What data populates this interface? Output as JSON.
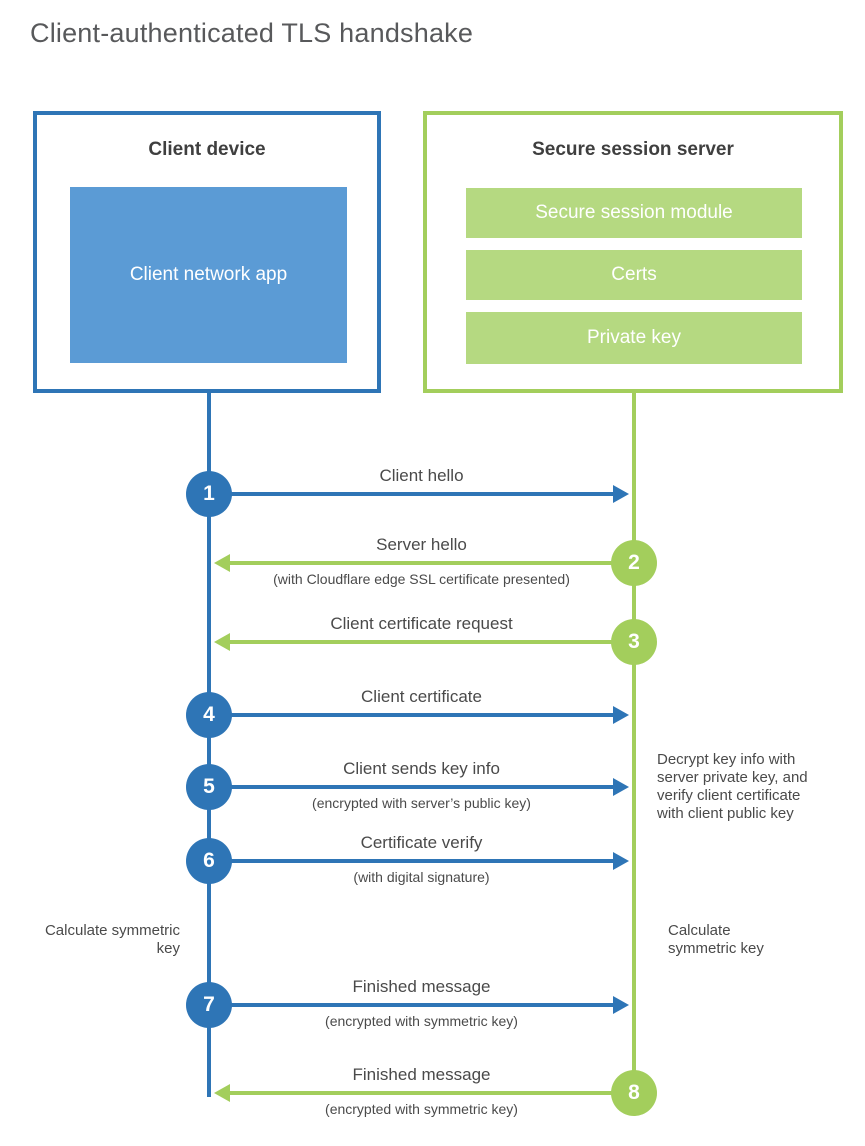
{
  "title": "Client-authenticated TLS handshake",
  "colors": {
    "blue_border": "#2e75b6",
    "blue_fill": "#5b9bd5",
    "green_border": "#a3ce5c",
    "green_fill": "#b5d981"
  },
  "client_box": {
    "title": "Client device",
    "app_label": "Client network app"
  },
  "server_box": {
    "title": "Secure session server",
    "modules": [
      "Secure session module",
      "Certs",
      "Private key"
    ]
  },
  "steps": [
    {
      "num": "1",
      "from": "client",
      "label": "Client hello",
      "subtitle": ""
    },
    {
      "num": "2",
      "from": "server",
      "label": "Server hello",
      "subtitle": "(with Cloudflare edge SSL certificate presented)"
    },
    {
      "num": "3",
      "from": "server",
      "label": "Client certificate request",
      "subtitle": ""
    },
    {
      "num": "4",
      "from": "client",
      "label": "Client certificate",
      "subtitle": ""
    },
    {
      "num": "5",
      "from": "client",
      "label": "Client sends key info",
      "subtitle": "(encrypted with server’s public key)"
    },
    {
      "num": "6",
      "from": "client",
      "label": "Certificate verify",
      "subtitle": "(with digital signature)"
    },
    {
      "num": "7",
      "from": "client",
      "label": "Finished message",
      "subtitle": "(encrypted with symmetric key)"
    },
    {
      "num": "8",
      "from": "server",
      "label": "Finished message",
      "subtitle": "(encrypted with symmetric key)"
    }
  ],
  "notes": {
    "decrypt_note": "Decrypt key info with server private key, and verify client certificate with client public key",
    "calc_left": "Calculate symmetric key",
    "calc_right": "Calculate symmetric key"
  }
}
